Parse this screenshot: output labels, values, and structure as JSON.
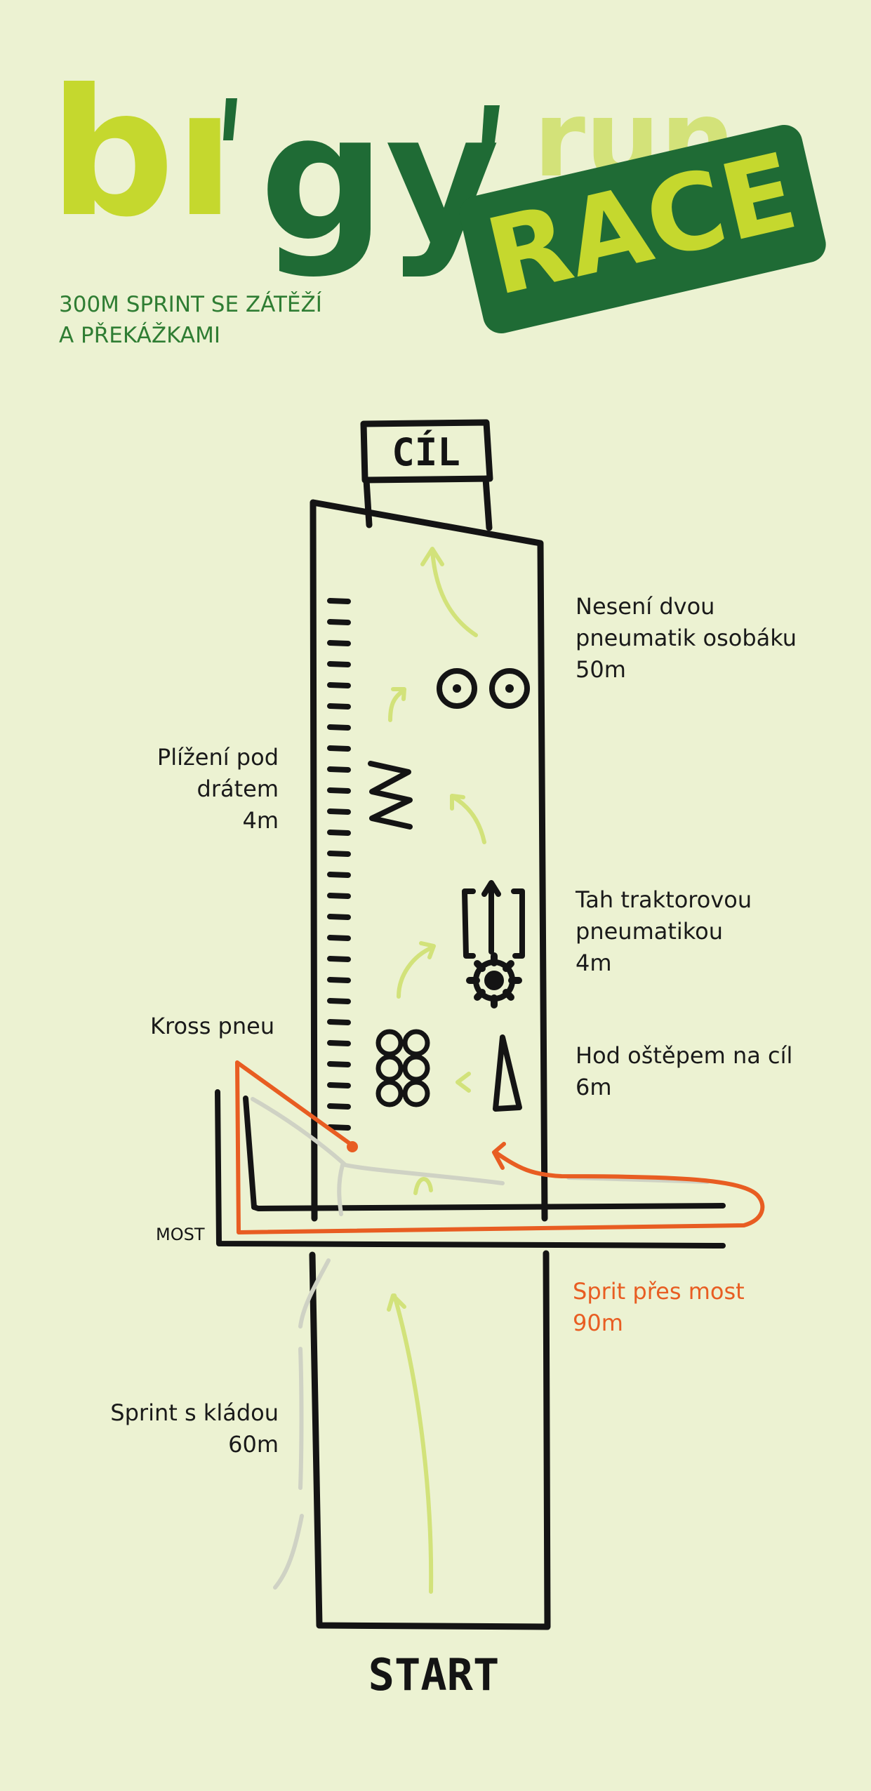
{
  "brand": {
    "word": "bigy run",
    "badge": "RACE",
    "colors": {
      "lime": "#c5d82e",
      "dark_green": "#1f6b35",
      "background": "#ecf2d2",
      "orange": "#e85d22",
      "ink": "#141414"
    }
  },
  "subtitle": {
    "line1": "300M SPRINT SE ZÁTĚŽÍ",
    "line2": "A PŘEKÁŽKAMI"
  },
  "course": {
    "finish": "CÍL",
    "start": "START",
    "bridge": "MOST",
    "stations": [
      {
        "id": "tires-carry",
        "lines": [
          "Nesení dvou",
          "pneumatik osobáku",
          "50m"
        ],
        "icon": "two-tires-icon"
      },
      {
        "id": "crawl",
        "lines": [
          "Plížení pod",
          "drátem",
          "4m"
        ],
        "icon": "barbed-wire-icon"
      },
      {
        "id": "tractor-tire",
        "lines": [
          "Tah traktorovou",
          "pneumatikou",
          "4m"
        ],
        "icon": "tractor-tire-icon"
      },
      {
        "id": "kross",
        "lines": [
          "Kross pneu"
        ],
        "icon": "tire-grid-icon"
      },
      {
        "id": "javelin",
        "lines": [
          "Hod oštěpem na cíl",
          "6m"
        ],
        "icon": "javelin-target-icon"
      },
      {
        "id": "bridge-sprint",
        "lines": [
          "Sprit přes most",
          "90m"
        ],
        "icon": "orange-route"
      },
      {
        "id": "log-sprint",
        "lines": [
          "Sprint s kládou",
          "60m"
        ],
        "icon": "log-path-icon"
      }
    ]
  }
}
